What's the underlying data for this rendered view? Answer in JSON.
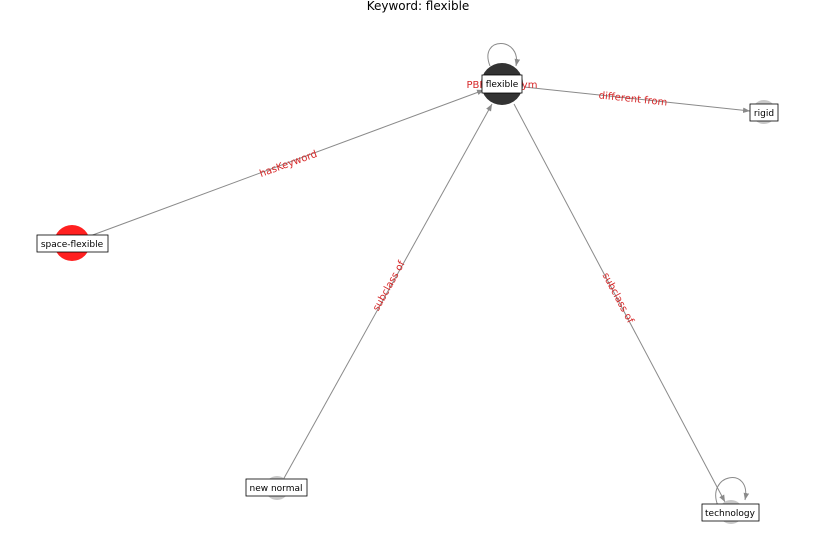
{
  "title": "Keyword: flexible",
  "colors": {
    "edge": "#8a8a8a",
    "edge_label": "#d62728",
    "center_node": "#333333",
    "keyword_node": "#ff2020",
    "other_node": "#c8c8c8"
  },
  "nodes": [
    {
      "id": "flexible",
      "label": "flexible",
      "role": "center"
    },
    {
      "id": "rigid",
      "label": "rigid",
      "role": "related"
    },
    {
      "id": "space-flexible",
      "label": "space-flexible",
      "role": "keyword-source"
    },
    {
      "id": "new normal",
      "label": "new normal",
      "role": "related"
    },
    {
      "id": "technology",
      "label": "technology",
      "role": "related"
    }
  ],
  "edges": [
    {
      "source": "flexible",
      "target": "flexible",
      "label": "PBN_synonym"
    },
    {
      "source": "flexible",
      "target": "rigid",
      "label": "different from"
    },
    {
      "source": "space-flexible",
      "target": "flexible",
      "label": "hasKeyword"
    },
    {
      "source": "new normal",
      "target": "flexible",
      "label": "subclass of"
    },
    {
      "source": "flexible",
      "target": "technology",
      "label": "subclass of"
    },
    {
      "source": "technology",
      "target": "technology",
      "label": ""
    }
  ]
}
